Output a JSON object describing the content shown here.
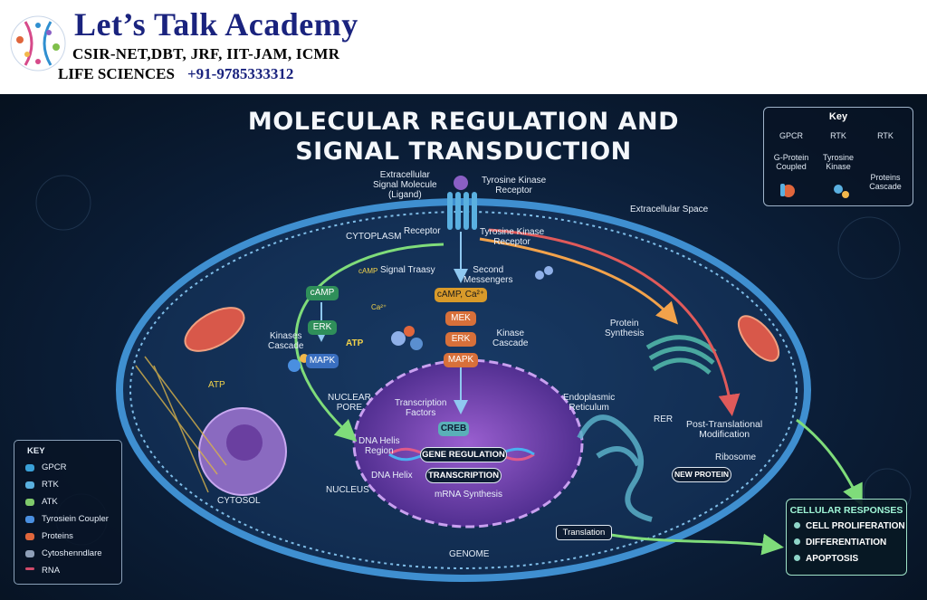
{
  "header": {
    "brand_title": "Let’s Talk Academy",
    "brand_exams": "CSIR-NET,DBT, JRF, IIT-JAM, ICMR",
    "brand_field": "LIFE SCIENCES",
    "brand_phone": "+91-9785333312"
  },
  "poster": {
    "title_line1": "MOLECULAR REGULATION AND",
    "title_line2": "SIGNAL TRANSDUCTION",
    "labels": {
      "ligand": "Extracellular\nSignal Molecule\n(Ligand)",
      "tk_receptor_top": "Tyrosine Kinase\nReceptor",
      "extracellular_space": "Extracellular Space",
      "cytoplasm": "CYTOPLASM",
      "receptor": "Receptor",
      "tk_receptor_mid": "Tyrosine Kinase\nReceptor",
      "signal_transy": "Signal Traasy",
      "second_messengers": "Second\nMessengers",
      "camp": "cAMP",
      "camp_ca": "cAMP, Ca²⁺",
      "erk": "ERK",
      "mapk": "MAPK",
      "mek": "MEK",
      "erk2": "ERK",
      "mapk2": "MAPK",
      "kinases_cascade": "Kinases\nCascade",
      "kinase_cascade": "Kinase\nCascade",
      "atp": "ATP",
      "atp2": "ATP",
      "camp_small": "cAMP",
      "ca2": "Ca²⁺",
      "protein_synthesis": "Protein\nSynthesis",
      "nuclear_pore": "NUCLEAR\nPORE",
      "transcription_factors": "Transcription\nFactors",
      "creb": "CREB",
      "dna_helix_region": "DNA Helis\nRegion",
      "gene_regulation": "GENE REGULATION",
      "transcription": "TRANSCRIPTION",
      "dna_helix": "DNA Helix",
      "mrna_synthesis": "mRNA Synthesis",
      "endoplasmic_reticulum": "Endoplasmic\nReticulum",
      "rer": "RER",
      "ptm": "Post-Translational\nModification",
      "ribosome": "Ribosome",
      "new_protein": "NEW PROTEIN",
      "cytosol": "CYTOSOL",
      "nucleus": "NUCLEUS",
      "translation": "Translation",
      "genome": "GENOME"
    },
    "key_top": {
      "title": "Key",
      "cols": [
        {
          "head": "GPCR",
          "desc": "G-Protein\nCoupled"
        },
        {
          "head": "RTK",
          "desc": "Tyrosine\nKinase"
        },
        {
          "head": "RTK",
          "desc": "Proteins\nCascade"
        }
      ]
    },
    "key_left": {
      "title": "KEY",
      "items": [
        {
          "label": "GPCR",
          "color": "#3aa0d8"
        },
        {
          "label": "RTK",
          "color": "#5ab0e0"
        },
        {
          "label": "ATK",
          "color": "#7fc96b"
        },
        {
          "label": "Tyrosiein Coupler",
          "color": "#4a8fe0"
        },
        {
          "label": "Proteins",
          "color": "#e0663c"
        },
        {
          "label": "Cytoshenndlare",
          "color": "#8f9fb8"
        },
        {
          "label": "RNA",
          "color": "#d04a6a"
        }
      ]
    },
    "responses": {
      "title": "CELLULAR RESPONSES",
      "items": [
        "CELL PROLIFERATION",
        "DIFFERENTIATION",
        "APOPTOSIS"
      ]
    }
  },
  "colors": {
    "background": "#0b1e38",
    "membrane": "#3f8fd0",
    "nucleus": "#7a3fb0",
    "green_arrow": "#7fdc7a",
    "orange_arrow": "#f2a24b",
    "red_arrow": "#e05a5a"
  }
}
